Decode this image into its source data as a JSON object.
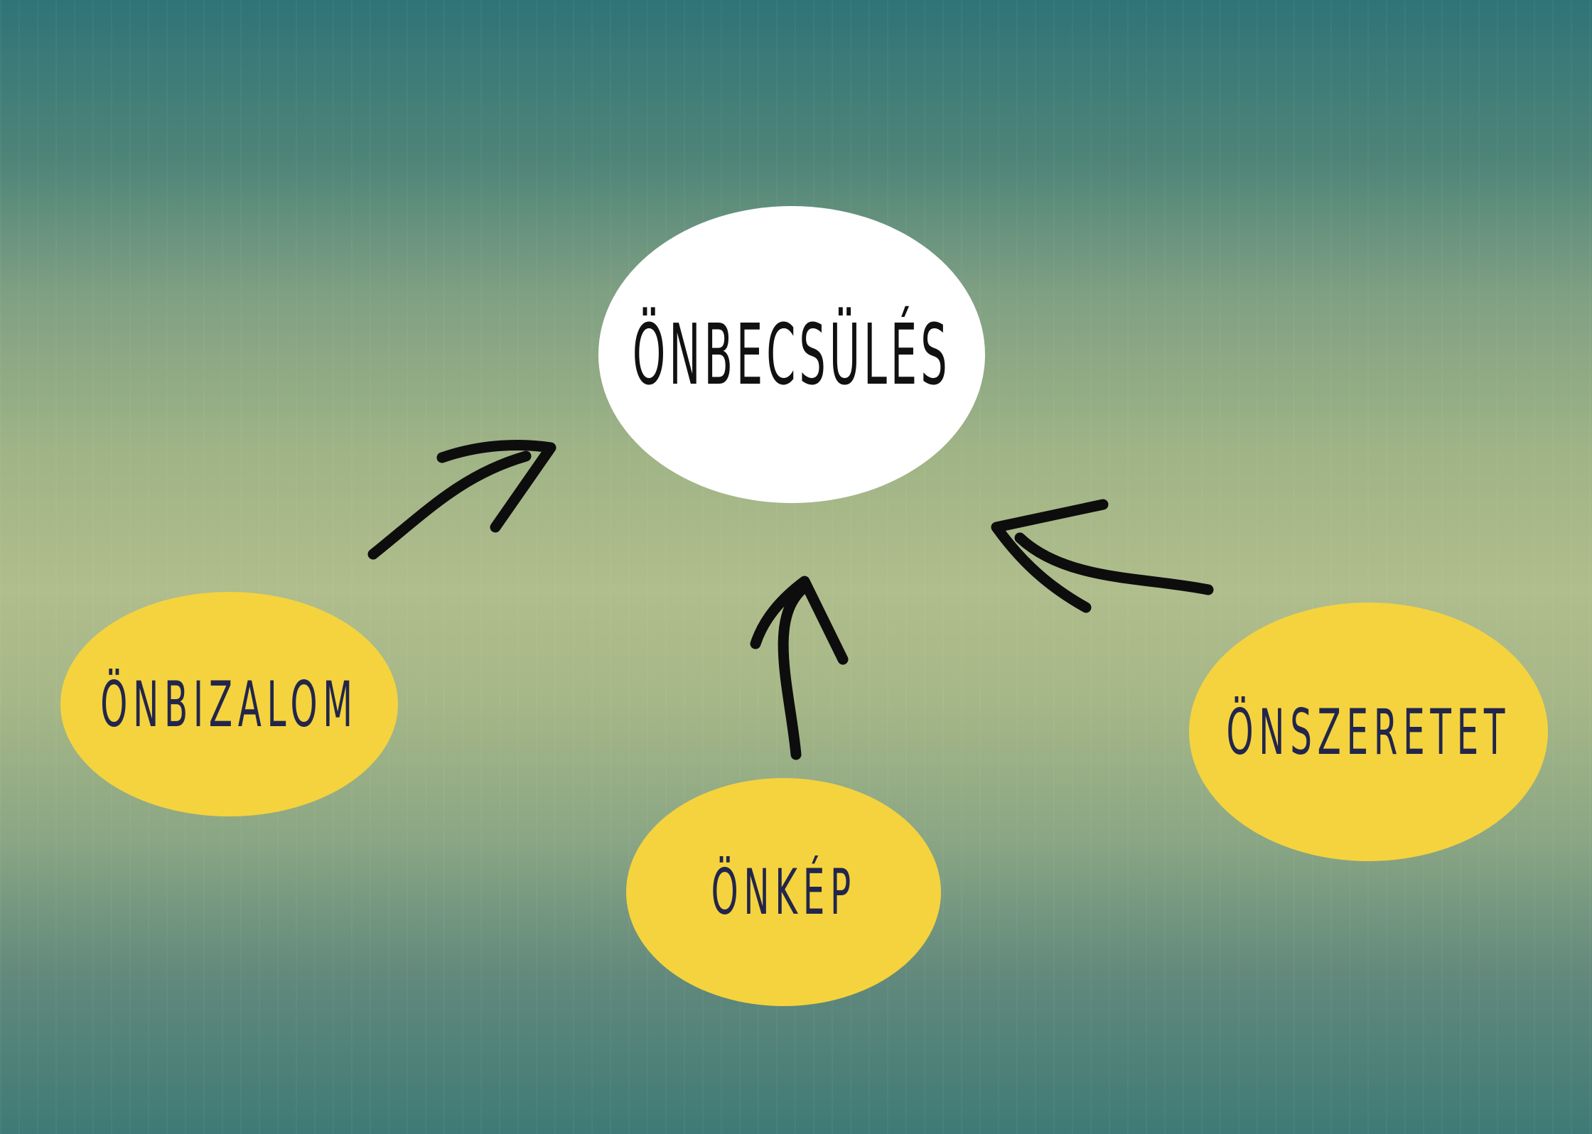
{
  "diagram": {
    "center": {
      "label": "ÖNBECSÜLÉS"
    },
    "nodes": [
      {
        "id": "left",
        "label": "ÖNBIZALOM"
      },
      {
        "id": "bottom",
        "label": "ÖNKÉP"
      },
      {
        "id": "right",
        "label": "ÖNSZERETET"
      }
    ],
    "edges": [
      {
        "from": "ÖNBIZALOM",
        "to": "ÖNBECSÜLÉS"
      },
      {
        "from": "ÖNKÉP",
        "to": "ÖNBECSÜLÉS"
      },
      {
        "from": "ÖNSZERETET",
        "to": "ÖNBECSÜLÉS"
      }
    ]
  },
  "colors": {
    "center_fill": "#ffffff",
    "node_fill": "#f4d33f",
    "node_text": "#23264a",
    "center_text": "#111111",
    "arrow": "#0d0d0d"
  }
}
